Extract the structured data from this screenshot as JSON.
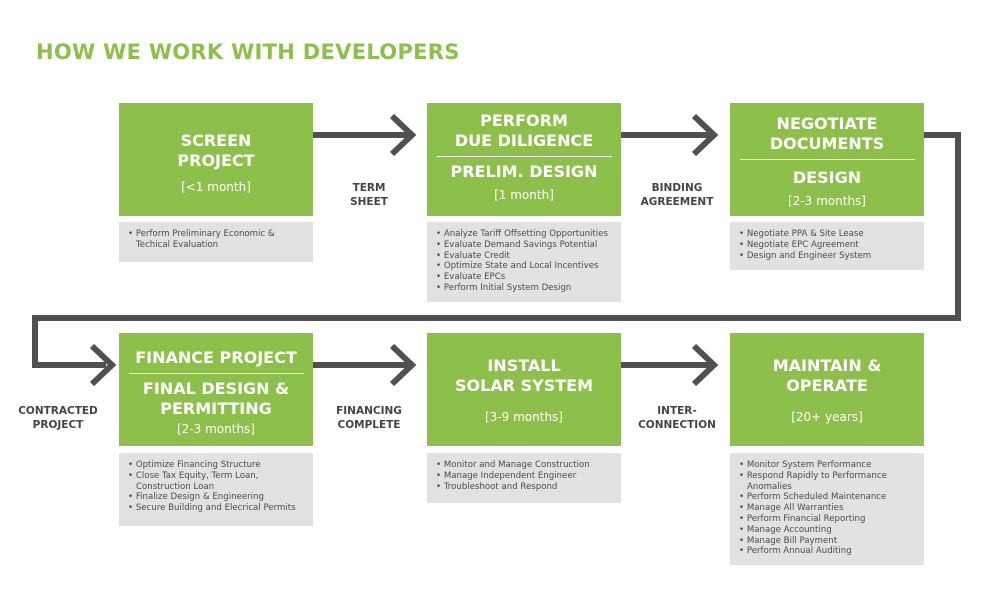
{
  "title": "HOW WE WORK WITH DEVELOPERS",
  "colors": {
    "accent": "#8dc04b",
    "task_bg": "#e2e2e2",
    "connector": "#505050"
  },
  "steps": [
    {
      "heading": "SCREEN\nPROJECT",
      "duration": "[<1 month]",
      "tasks": [
        "Perform Preliminary Economic & Techical Evaluation"
      ]
    },
    {
      "heading": "PERFORM\nDUE DILIGENCE",
      "sub": "PRELIM. DESIGN",
      "duration": "[1 month]",
      "tasks": [
        "Analyze Tariff Offsetting Opportunities",
        "Evaluate Demand Savings Potential",
        "Evaluate Credit",
        "Optimize State and Local Incentives",
        "Evaluate EPCs",
        "Perform Initial System Design"
      ]
    },
    {
      "heading": "NEGOTIATE\nDOCUMENTS",
      "sub": "DESIGN",
      "duration": "[2-3 months]",
      "tasks": [
        "Negotiate PPA & Site Lease",
        "Negotiate EPC Agreement",
        "Design and Engineer System"
      ]
    },
    {
      "heading": "FINANCE PROJECT",
      "sub": "FINAL DESIGN &\nPERMITTING",
      "duration": "[2-3 months]",
      "tasks": [
        "Optimize Financing Structure",
        "Close Tax Equity, Term Loan, Construction Loan",
        "Finalize Design & Engineering",
        "Secure Building and Elecrical Permits"
      ]
    },
    {
      "heading": "INSTALL\nSOLAR SYSTEM",
      "duration": "[3-9 months]",
      "tasks": [
        "Monitor and Manage Construction",
        "Manage Independent Engineer",
        "Troubleshoot and Respond"
      ]
    },
    {
      "heading": "MAINTAIN &\nOPERATE",
      "duration": "[20+ years]",
      "tasks": [
        "Monitor System Performance",
        "Respond Rapidly to Performance Anomalies",
        "Perform Scheduled Maintenance",
        "Manage All Warranties",
        "Perform Financial Reporting",
        "Manage Accounting",
        "Manage Bill Payment",
        "Perform Annual Auditing"
      ]
    }
  ],
  "transitions": [
    "TERM\nSHEET",
    "BINDING\nAGREEMENT",
    "CONTRACTED\nPROJECT",
    "FINANCING\nCOMPLETE",
    "INTER-\nCONNECTION"
  ]
}
